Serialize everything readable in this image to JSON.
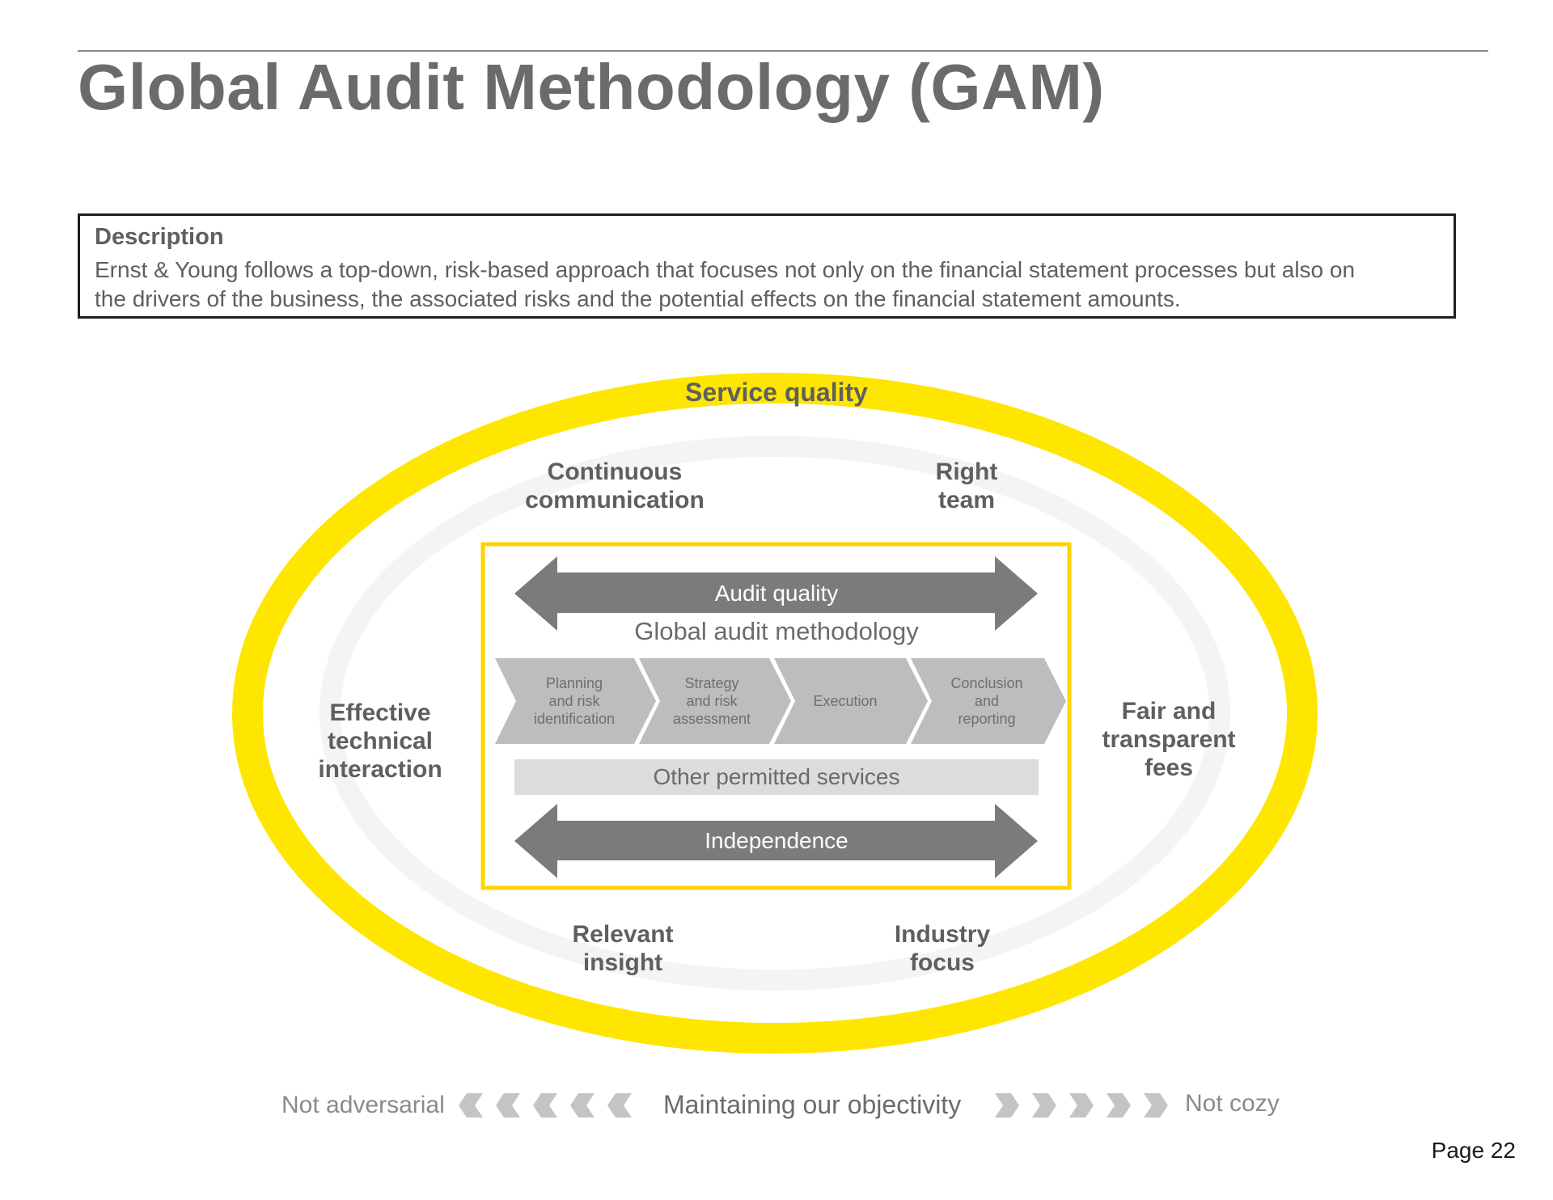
{
  "header": {
    "title": "Global Audit Methodology (GAM)"
  },
  "description": {
    "heading": "Description",
    "line1": "Ernst & Young follows a top-down, risk-based approach that focuses not only on the financial statement processes but also on",
    "line2": "the drivers of the business, the associated risks and the potential effects on the financial statement amounts."
  },
  "diagram": {
    "outer_ring_label": "Service quality",
    "ring_labels": {
      "continuous_1": "Continuous",
      "continuous_2": "communication",
      "right_1": "Right",
      "right_2": "team",
      "effective_1": "Effective",
      "effective_2": "technical",
      "effective_3": "interaction",
      "fair_1": "Fair and",
      "fair_2": "transparent",
      "fair_3": "fees",
      "relevant_1": "Relevant",
      "relevant_2": "insight",
      "industry_1": "Industry",
      "industry_2": "focus"
    },
    "audit_quality": "Audit quality",
    "methodology": "Global audit methodology",
    "steps": [
      {
        "l1": "Planning",
        "l2": "and risk",
        "l3": "identification"
      },
      {
        "l1": "Strategy",
        "l2": "and risk",
        "l3": "assessment"
      },
      {
        "l1": "",
        "l2": "Execution",
        "l3": ""
      },
      {
        "l1": "Conclusion",
        "l2": "and",
        "l3": "reporting"
      }
    ],
    "other_services": "Other permitted services",
    "independence": "Independence"
  },
  "footer": {
    "left": "Not adversarial",
    "center": "Maintaining our objectivity",
    "right": "Not cozy",
    "page": "Page 22"
  },
  "colors": {
    "yellow": "#ffe600",
    "dark_arrow": "#7b7b7b",
    "chevron": "#bdbdbd",
    "bar": "#dcdcdc",
    "ring_gray": "#f3f3f3",
    "text": "#5f5f5f"
  },
  "icons": [
    "left-chevron-icon",
    "right-chevron-icon"
  ]
}
